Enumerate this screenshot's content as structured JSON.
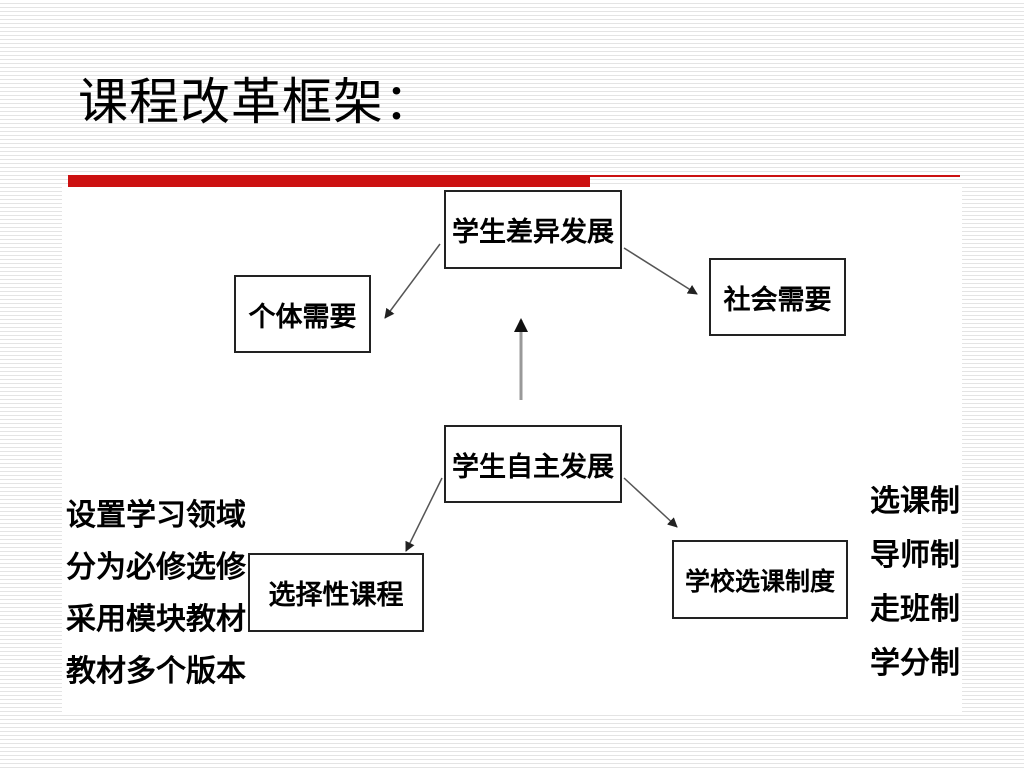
{
  "slide": {
    "title": "课程改革框架："
  },
  "diagram": {
    "top_node": "学生差异发展",
    "left_node": "个体需要",
    "right_node": "社会需要",
    "center_node": "学生自主发展",
    "course_node": "选择性课程",
    "system_node": "学校选课制度",
    "left_list": [
      "设置学习领域",
      "分为必修选修",
      "采用模块教材",
      "教材多个版本"
    ],
    "right_list": [
      "选课制",
      "导师制",
      "走班制",
      "学分制"
    ]
  },
  "colors": {
    "accent_red": "#cc1111",
    "arrow_gray": "#999999",
    "arrow_dark": "#333333"
  }
}
